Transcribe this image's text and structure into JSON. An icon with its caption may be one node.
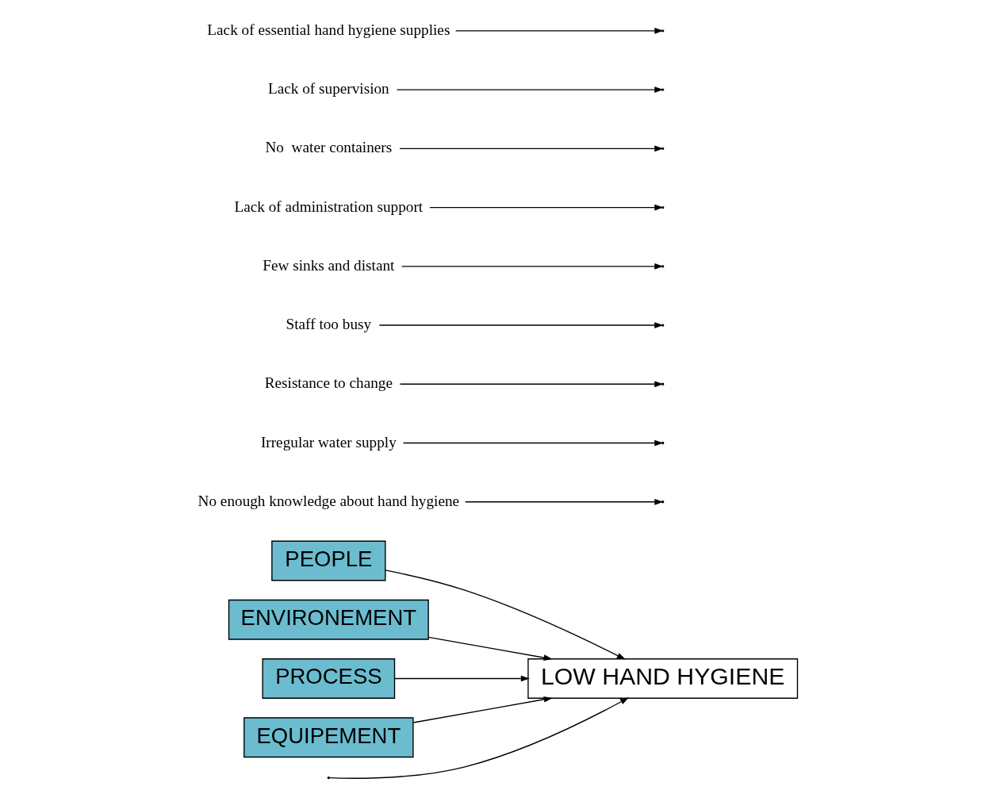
{
  "diagram": {
    "nodes": [
      {
        "text": [
          "PEOPLE"
        ]
      },
      {
        "text": [
          "ENVIRONEMENT"
        ]
      },
      {
        "text": [
          "No enough knowledge about hand hygiene"
        ]
      },
      {
        "text": [
          "Irregular water supply"
        ]
      },
      {
        "text": [
          "Resistance to change"
        ]
      },
      {
        "text": [
          "Staff too busy"
        ]
      },
      {
        "text": [
          "LOW HAND HYGIENE"
        ]
      },
      {
        "text": [
          "Few sinks and distant"
        ]
      },
      {
        "text": [
          "Lack of administration support"
        ]
      },
      {
        "text": [
          "No  water containers"
        ]
      },
      {
        "text": [
          "Lack of supervision"
        ]
      },
      {
        "text": [
          "Lack of essential hand hygiene supplies"
        ]
      },
      {
        "text": [
          "PROCESS"
        ]
      },
      {
        "text": [
          "EQUIPEMENT"
        ]
      }
    ],
    "edges": [
      {
        "from": null,
        "to": 6,
        "arrow": "to"
      },
      {
        "from": 0,
        "to": 6,
        "arrow": "to"
      },
      {
        "from": 1,
        "to": 6,
        "arrow": "to"
      },
      {
        "from": 12,
        "to": 6,
        "arrow": "to"
      },
      {
        "from": 13,
        "to": 6,
        "arrow": "to"
      },
      {
        "from": 2,
        "to": null,
        "arrow": "to"
      },
      {
        "from": 4,
        "to": null,
        "arrow": "to"
      },
      {
        "from": 5,
        "to": null,
        "arrow": "to"
      },
      {
        "from": 3,
        "to": null,
        "arrow": "to"
      },
      {
        "from": 8,
        "to": null,
        "arrow": "to"
      },
      {
        "from": 10,
        "to": null,
        "arrow": "to"
      },
      {
        "from": 7,
        "to": null,
        "arrow": "to"
      },
      {
        "from": 9,
        "to": null,
        "arrow": "to"
      },
      {
        "from": 11,
        "to": null,
        "arrow": "to"
      }
    ]
  }
}
